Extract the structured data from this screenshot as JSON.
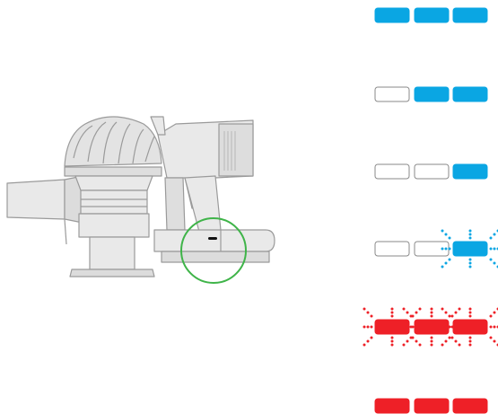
{
  "diagram": {
    "product": "handheld-vacuum",
    "highlight": "battery-indicator",
    "colors": {
      "blue": "#0aa6e3",
      "red": "#ee2027",
      "off_fill": "#ffffff",
      "off_stroke": "#8a8a8a",
      "highlight_ring": "#3fb449",
      "body_fill": "#e9e9e9",
      "body_stroke": "#9a9a9a"
    },
    "states": [
      {
        "id": "full",
        "segments": [
          "blue",
          "blue",
          "blue"
        ],
        "flashing": [
          false,
          false,
          false
        ]
      },
      {
        "id": "two-thirds",
        "segments": [
          "off",
          "blue",
          "blue"
        ],
        "flashing": [
          false,
          false,
          false
        ]
      },
      {
        "id": "one-third",
        "segments": [
          "off",
          "off",
          "blue"
        ],
        "flashing": [
          false,
          false,
          false
        ]
      },
      {
        "id": "low-flashing",
        "segments": [
          "off",
          "off",
          "blue"
        ],
        "flashing": [
          false,
          false,
          true
        ]
      },
      {
        "id": "fault-flashing",
        "segments": [
          "red",
          "red",
          "red"
        ],
        "flashing": [
          true,
          true,
          true
        ]
      },
      {
        "id": "fault-solid",
        "segments": [
          "red",
          "red",
          "red"
        ],
        "flashing": [
          false,
          false,
          false
        ]
      }
    ]
  }
}
